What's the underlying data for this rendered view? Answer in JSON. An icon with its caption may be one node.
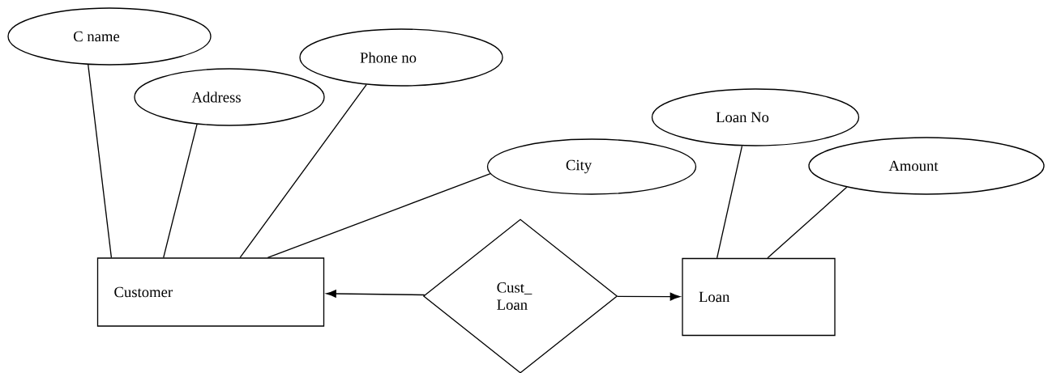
{
  "diagram": {
    "nodes": [
      {
        "text": [
          "C name"
        ]
      },
      {
        "text": [
          "Phone no"
        ]
      },
      {
        "text": [
          "Address"
        ]
      },
      {
        "text": [
          "Loan No"
        ]
      },
      {
        "text": [
          "City"
        ]
      },
      {
        "text": [
          "Amount"
        ]
      },
      {
        "text": [
          "Customer"
        ]
      },
      {
        "text": [
          "Cust_ Loan"
        ]
      },
      {
        "text": [
          "Loan"
        ]
      }
    ],
    "edges": [
      {
        "from": 0,
        "to": 6,
        "arrow": "none"
      },
      {
        "from": 2,
        "to": 6,
        "arrow": "none"
      },
      {
        "from": 1,
        "to": 6,
        "arrow": "none"
      },
      {
        "from": 4,
        "to": 6,
        "arrow": "none"
      },
      {
        "from": 3,
        "to": 8,
        "arrow": "none"
      },
      {
        "from": 5,
        "to": 8,
        "arrow": "none"
      },
      {
        "from": 7,
        "to": 6,
        "arrow": "to"
      },
      {
        "from": 7,
        "to": 8,
        "arrow": "to"
      }
    ]
  }
}
